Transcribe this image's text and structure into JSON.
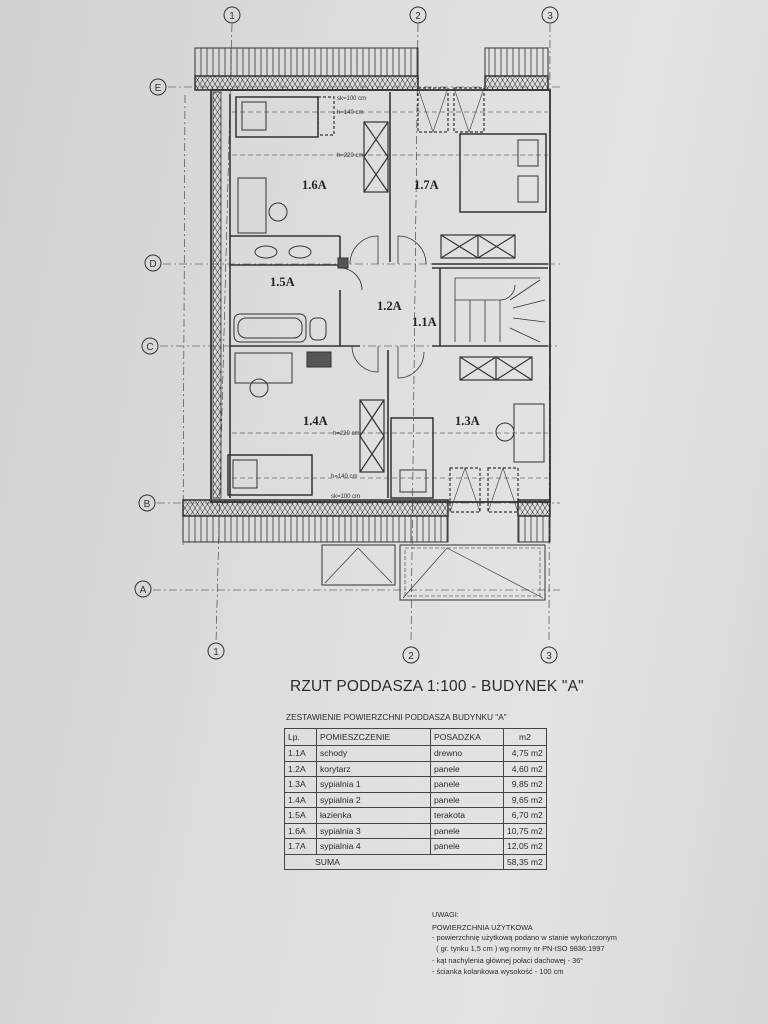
{
  "plan": {
    "rooms": {
      "r11": "1.1A",
      "r12": "1.2A",
      "r13": "1.3A",
      "r14": "1.4A",
      "r15": "1.5A",
      "r16": "1.6A",
      "r17": "1.7A"
    },
    "axes": {
      "a1": "1",
      "a2": "2",
      "a3": "3",
      "aE": "E",
      "aD": "D",
      "aC": "C",
      "aB": "B",
      "aA": "A"
    },
    "dims": {
      "sk": "sk=100 cm",
      "h140": "h=140 cm",
      "h220": "h=220 cm"
    }
  },
  "title": "RZUT PODDASZA  1:100  - BUDYNEK \"A\"",
  "table": {
    "caption": "ZESTAWIENIE POWIERZCHNI PODDASZA  BUDYNKU \"A\"",
    "headers": [
      "Lp.",
      "POMIESZCZENIE",
      "POSADZKA",
      "m2"
    ],
    "rows": [
      [
        "1.1A",
        "schody",
        "drewno",
        "4,75 m2"
      ],
      [
        "1.2A",
        "korytarz",
        "panele",
        "4,60 m2"
      ],
      [
        "1.3A",
        "sypialnia 1",
        "panele",
        "9,85 m2"
      ],
      [
        "1.4A",
        "sypialnia 2",
        "panele",
        "9,65 m2"
      ],
      [
        "1.5A",
        "łazienka",
        "terakota",
        "6,70 m2"
      ],
      [
        "1.6A",
        "sypialnia 3",
        "panele",
        "10,75 m2"
      ],
      [
        "1.7A",
        "sypialnia 4",
        "panele",
        "12,05 m2"
      ]
    ],
    "total_label": "SUMA",
    "total_value": "58,35 m2"
  },
  "notes": {
    "heading": "UWAGI:",
    "sub": "POWIERZCHNIA UŻYTKOWA",
    "lines": [
      "- powierzchnię użytkową podano w stanie wykończonym",
      "  ( gr. tynku 1,5 cm ) wg normy nr PN-ISO 9836:1997",
      "- kąt nachylenia głównej połaci dachowej - 36°",
      "- ścianka kolankowa wysokość - 100 cm"
    ]
  }
}
